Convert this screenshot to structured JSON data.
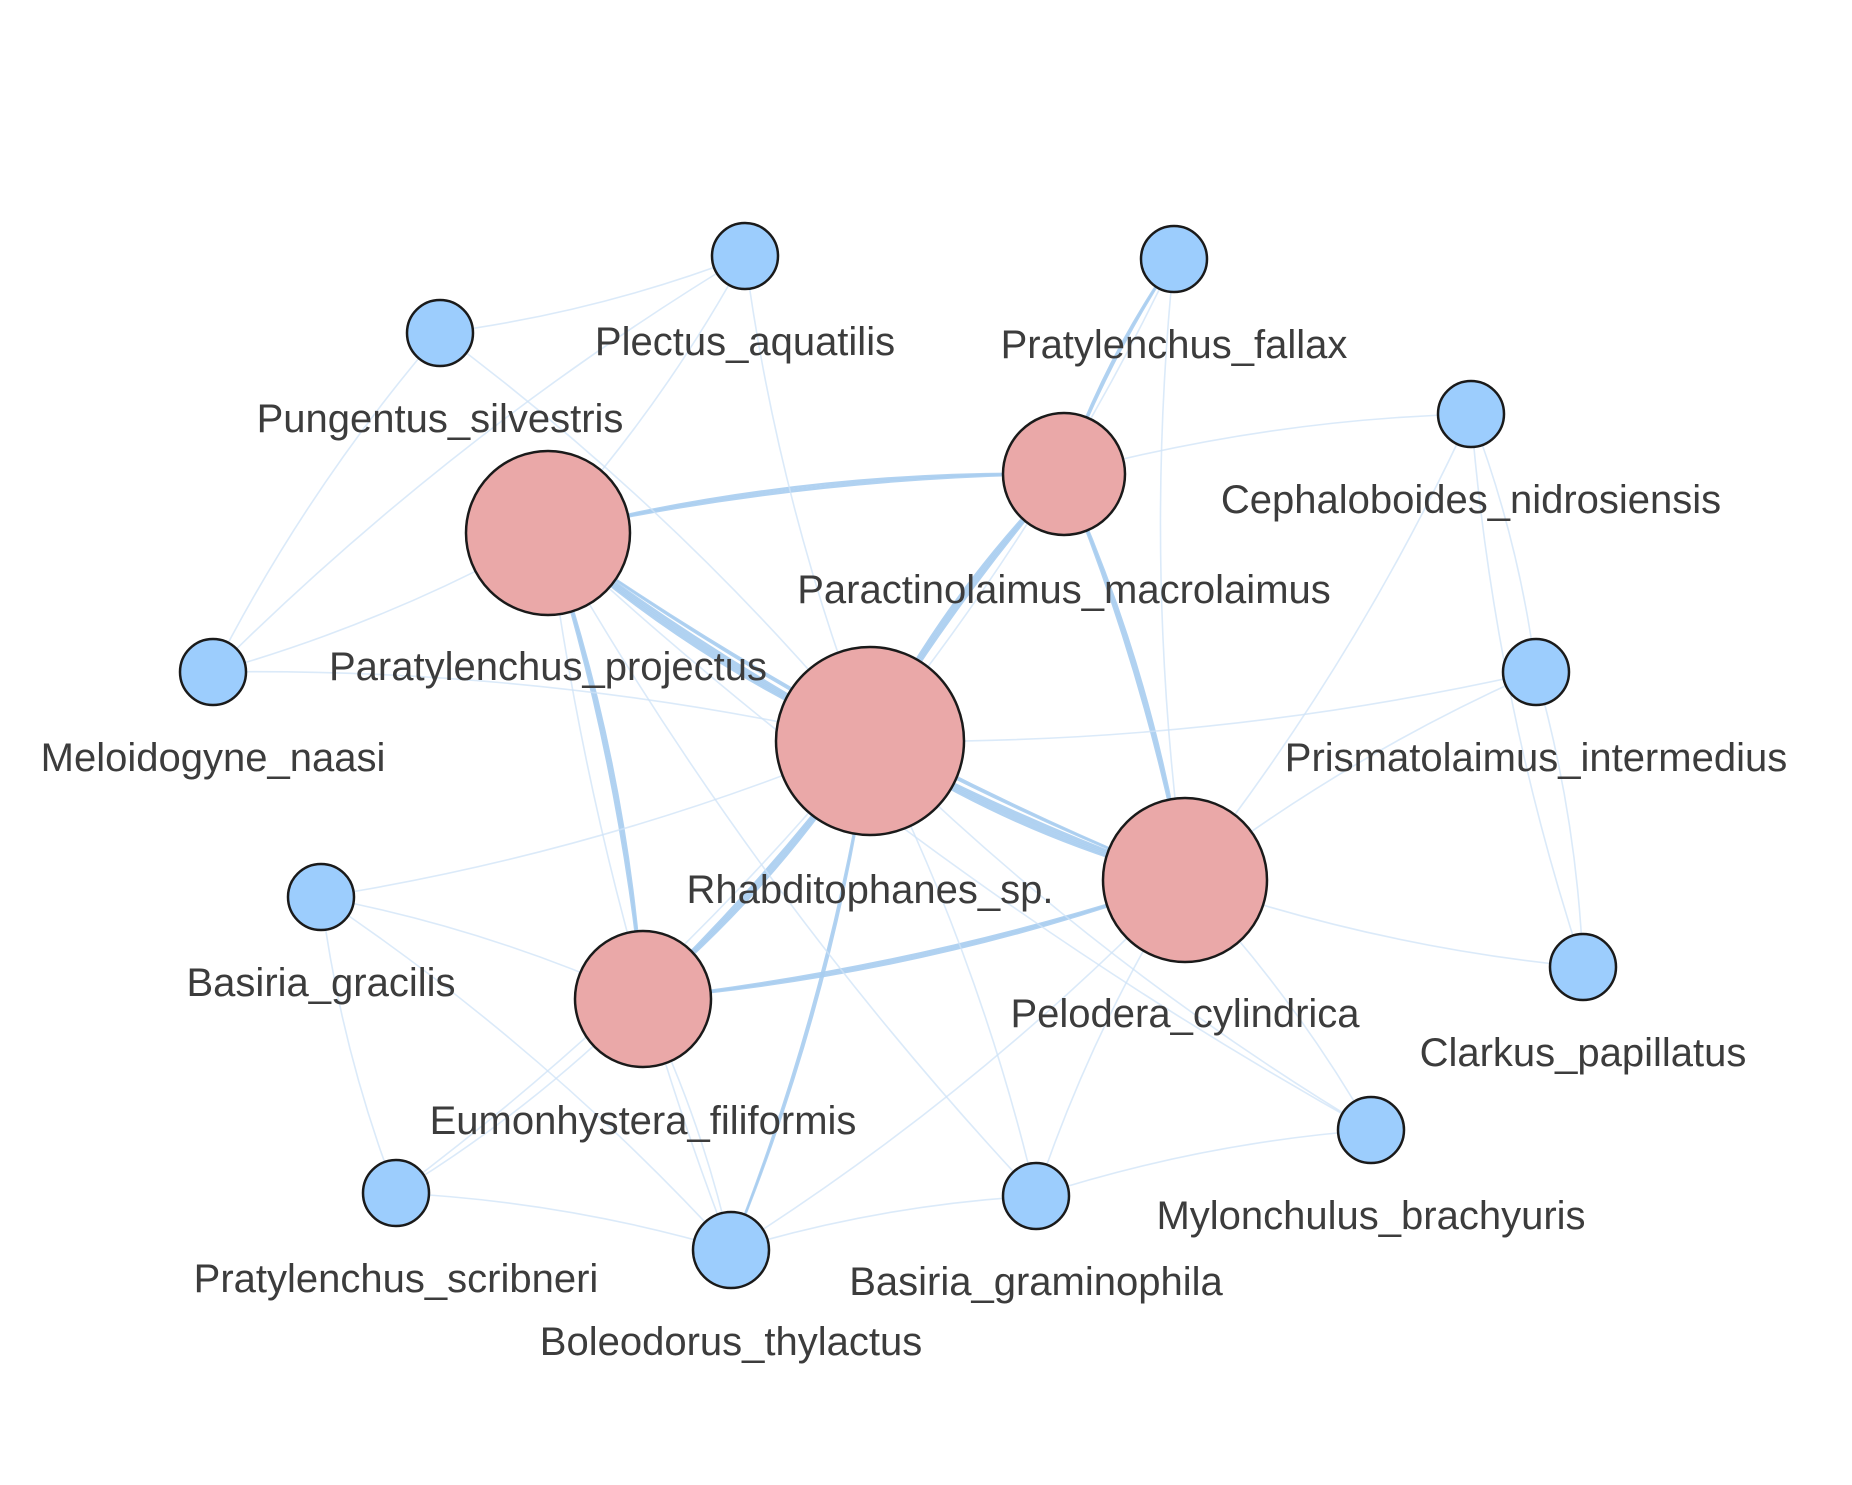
{
  "network": {
    "colors": {
      "hub_fill": "#eaa8a8",
      "leaf_fill": "#9ccdfd",
      "edge": "#cfe3f7",
      "edge_strong": "#a9cdf0",
      "label": "#3c3c3c"
    },
    "nodes": [
      {
        "id": "plectus_aquatilis",
        "label": "Plectus_aquatilis",
        "type": "leaf"
      },
      {
        "id": "pratylenchus_fallax",
        "label": "Pratylenchus_fallax",
        "type": "leaf"
      },
      {
        "id": "pungentus_silvestris",
        "label": "Pungentus_silvestris",
        "type": "leaf"
      },
      {
        "id": "cephaloboides_nidrosiensis",
        "label": "Cephaloboides_nidrosiensis",
        "type": "leaf"
      },
      {
        "id": "paractinolaimus_macrolaimus",
        "label": "Paractinolaimus_macrolaimus",
        "type": "hub"
      },
      {
        "id": "paratylenchus_projectus",
        "label": "Paratylenchus_projectus",
        "type": "hub"
      },
      {
        "id": "meloidogyne_naasi",
        "label": "Meloidogyne_naasi",
        "type": "leaf"
      },
      {
        "id": "prismatolaimus_intermedius",
        "label": "Prismatolaimus_intermedius",
        "type": "leaf"
      },
      {
        "id": "rhabditophanes_sp",
        "label": "Rhabditophanes_sp.",
        "type": "hub"
      },
      {
        "id": "basiria_gracilis",
        "label": "Basiria_gracilis",
        "type": "leaf"
      },
      {
        "id": "pelodera_cylindrica",
        "label": "Pelodera_cylindrica",
        "type": "hub"
      },
      {
        "id": "clarkus_papillatus",
        "label": "Clarkus_papillatus",
        "type": "leaf"
      },
      {
        "id": "eumonhystera_filiformis",
        "label": "Eumonhystera_filiformis",
        "type": "hub"
      },
      {
        "id": "mylonchulus_brachyuris",
        "label": "Mylonchulus_brachyuris",
        "type": "leaf"
      },
      {
        "id": "pratylenchus_scribneri",
        "label": "Pratylenchus_scribneri",
        "type": "leaf"
      },
      {
        "id": "basiria_graminophila",
        "label": "Basiria_graminophila",
        "type": "leaf"
      },
      {
        "id": "boleodorus_thylactus",
        "label": "Boleodorus_thylactus",
        "type": "leaf"
      }
    ],
    "edges": [
      {
        "source": "paratylenchus_projectus",
        "target": "rhabditophanes_sp",
        "weight": 5
      },
      {
        "source": "paratylenchus_projectus",
        "target": "paractinolaimus_macrolaimus",
        "weight": 3
      },
      {
        "source": "paractinolaimus_macrolaimus",
        "target": "rhabditophanes_sp",
        "weight": 4
      },
      {
        "source": "paractinolaimus_macrolaimus",
        "target": "pelodera_cylindrica",
        "weight": 3
      },
      {
        "source": "rhabditophanes_sp",
        "target": "pelodera_cylindrica",
        "weight": 5
      },
      {
        "source": "rhabditophanes_sp",
        "target": "eumonhystera_filiformis",
        "weight": 4
      },
      {
        "source": "eumonhystera_filiformis",
        "target": "pelodera_cylindrica",
        "weight": 3
      },
      {
        "source": "paratylenchus_projectus",
        "target": "eumonhystera_filiformis",
        "weight": 3
      },
      {
        "source": "paratylenchus_projectus",
        "target": "pelodera_cylindrica",
        "weight": 2
      },
      {
        "source": "rhabditophanes_sp",
        "target": "boleodorus_thylactus",
        "weight": 2
      },
      {
        "source": "pratylenchus_fallax",
        "target": "paractinolaimus_macrolaimus",
        "weight": 2
      },
      {
        "source": "pratylenchus_fallax",
        "target": "rhabditophanes_sp",
        "weight": 1
      },
      {
        "source": "pratylenchus_fallax",
        "target": "pelodera_cylindrica",
        "weight": 1
      },
      {
        "source": "plectus_aquatilis",
        "target": "paratylenchus_projectus",
        "weight": 1
      },
      {
        "source": "plectus_aquatilis",
        "target": "rhabditophanes_sp",
        "weight": 1
      },
      {
        "source": "plectus_aquatilis",
        "target": "pungentus_silvestris",
        "weight": 1
      },
      {
        "source": "plectus_aquatilis",
        "target": "meloidogyne_naasi",
        "weight": 1
      },
      {
        "source": "pungentus_silvestris",
        "target": "rhabditophanes_sp",
        "weight": 1
      },
      {
        "source": "pungentus_silvestris",
        "target": "meloidogyne_naasi",
        "weight": 1
      },
      {
        "source": "cephaloboides_nidrosiensis",
        "target": "prismatolaimus_intermedius",
        "weight": 1
      },
      {
        "source": "cephaloboides_nidrosiensis",
        "target": "clarkus_papillatus",
        "weight": 1
      },
      {
        "source": "cephaloboides_nidrosiensis",
        "target": "pelodera_cylindrica",
        "weight": 1
      },
      {
        "source": "cephaloboides_nidrosiensis",
        "target": "paractinolaimus_macrolaimus",
        "weight": 1
      },
      {
        "source": "prismatolaimus_intermedius",
        "target": "clarkus_papillatus",
        "weight": 1
      },
      {
        "source": "prismatolaimus_intermedius",
        "target": "pelodera_cylindrica",
        "weight": 1
      },
      {
        "source": "prismatolaimus_intermedius",
        "target": "rhabditophanes_sp",
        "weight": 1
      },
      {
        "source": "meloidogyne_naasi",
        "target": "paratylenchus_projectus",
        "weight": 1
      },
      {
        "source": "meloidogyne_naasi",
        "target": "rhabditophanes_sp",
        "weight": 1
      },
      {
        "source": "basiria_gracilis",
        "target": "rhabditophanes_sp",
        "weight": 1
      },
      {
        "source": "basiria_gracilis",
        "target": "eumonhystera_filiformis",
        "weight": 1
      },
      {
        "source": "basiria_gracilis",
        "target": "pratylenchus_scribneri",
        "weight": 1
      },
      {
        "source": "basiria_gracilis",
        "target": "boleodorus_thylactus",
        "weight": 1
      },
      {
        "source": "pelodera_cylindrica",
        "target": "clarkus_papillatus",
        "weight": 1
      },
      {
        "source": "pelodera_cylindrica",
        "target": "mylonchulus_brachyuris",
        "weight": 1
      },
      {
        "source": "pelodera_cylindrica",
        "target": "basiria_graminophila",
        "weight": 1
      },
      {
        "source": "pelodera_cylindrica",
        "target": "boleodorus_thylactus",
        "weight": 1
      },
      {
        "source": "rhabditophanes_sp",
        "target": "mylonchulus_brachyuris",
        "weight": 1
      },
      {
        "source": "rhabditophanes_sp",
        "target": "basiria_graminophila",
        "weight": 1
      },
      {
        "source": "mylonchulus_brachyuris",
        "target": "basiria_graminophila",
        "weight": 1
      },
      {
        "source": "mylonchulus_brachyuris",
        "target": "paratylenchus_projectus",
        "weight": 1
      },
      {
        "source": "basiria_graminophila",
        "target": "boleodorus_thylactus",
        "weight": 1
      },
      {
        "source": "basiria_graminophila",
        "target": "paratylenchus_projectus",
        "weight": 1
      },
      {
        "source": "pratylenchus_scribneri",
        "target": "eumonhystera_filiformis",
        "weight": 1
      },
      {
        "source": "pratylenchus_scribneri",
        "target": "boleodorus_thylactus",
        "weight": 1
      },
      {
        "source": "pratylenchus_scribneri",
        "target": "rhabditophanes_sp",
        "weight": 1
      },
      {
        "source": "boleodorus_thylactus",
        "target": "paratylenchus_projectus",
        "weight": 1
      },
      {
        "source": "boleodorus_thylactus",
        "target": "eumonhystera_filiformis",
        "weight": 1
      }
    ]
  }
}
